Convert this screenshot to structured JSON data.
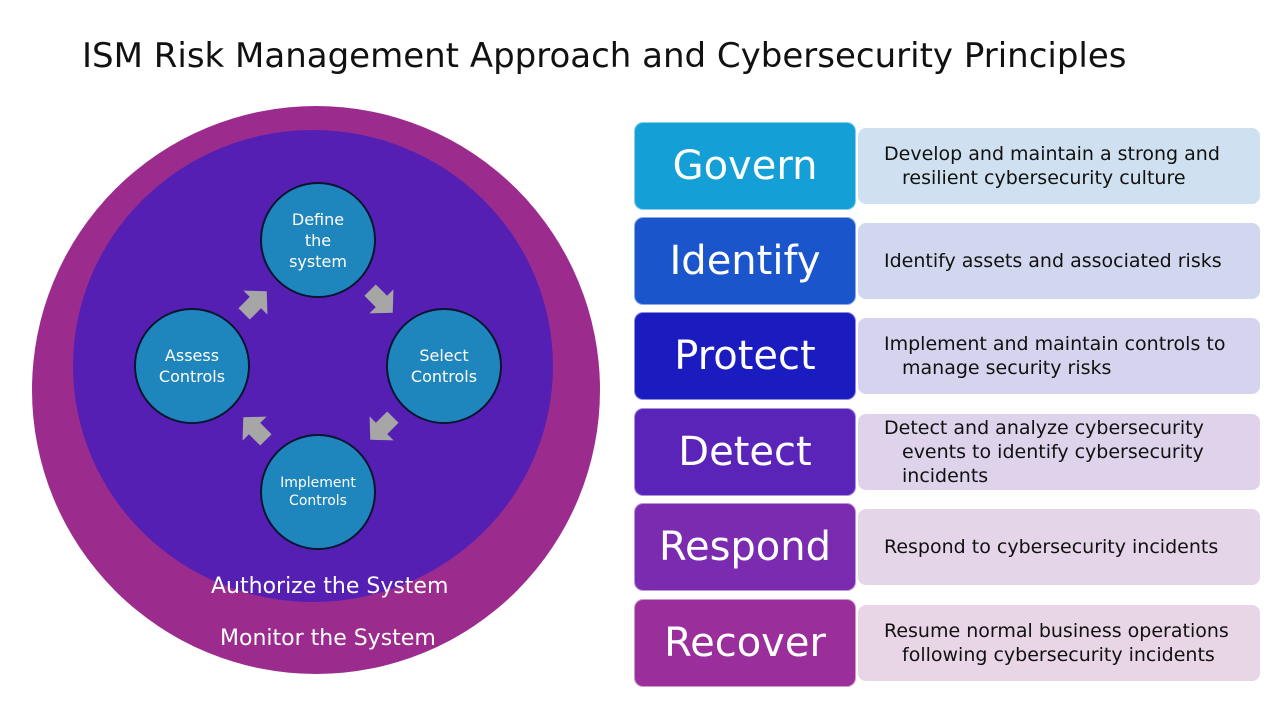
{
  "title": "ISM Risk Management Approach and Cybersecurity Principles",
  "cycle": {
    "define": "Define\nthe\nsystem",
    "select": "Select\nControls",
    "implement": "Implement\nControls",
    "assess": "Assess\nControls"
  },
  "authorize": "Authorize the System",
  "monitor": "Monitor the System",
  "principles": [
    {
      "name": "Govern",
      "desc": "Develop and maintain a strong and resilient cybersecurity culture",
      "color": "#159fd7",
      "bg": "#cfe1f0"
    },
    {
      "name": "Identify",
      "desc": "Identify assets and associated risks",
      "color": "#1a55cc",
      "bg": "#d1d7ef"
    },
    {
      "name": "Protect",
      "desc": "Implement and maintain controls to manage security risks",
      "color": "#1b1cc0",
      "bg": "#d6d3ee"
    },
    {
      "name": "Detect",
      "desc": "Detect and analyze cybersecurity events to identify cybersecurity incidents",
      "color": "#5a24b9",
      "bg": "#dfd3ec"
    },
    {
      "name": "Respond",
      "desc": "Respond to cybersecurity incidents",
      "color": "#7b2bb0",
      "bg": "#e5d5e9"
    },
    {
      "name": "Recover",
      "desc": "Resume normal business operations following cybersecurity incidents",
      "color": "#9a2e9a",
      "bg": "#e8d5e6"
    }
  ],
  "colors": {
    "outer_ring": "#9b2c8e",
    "inner_ring": "#561fb4",
    "cycle_circle": "#1f86bd",
    "arrow": "#a6a6a6"
  }
}
